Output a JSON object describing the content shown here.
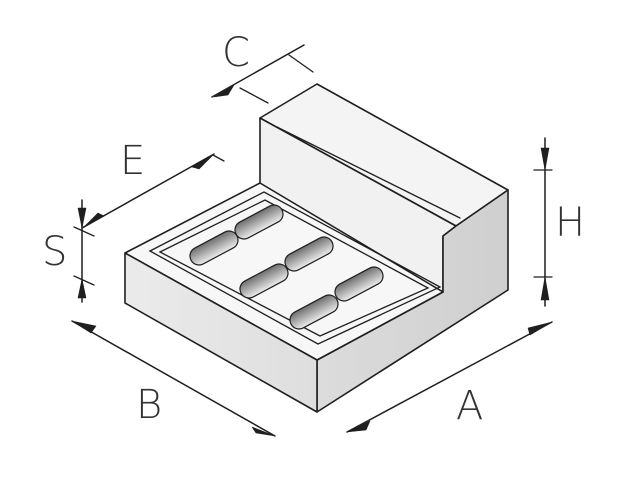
{
  "labels": {
    "A": "A",
    "B": "B",
    "C": "C",
    "E": "E",
    "H": "H",
    "S": "S"
  },
  "colors": {
    "outline": "#1f1f1f",
    "face_top": "#f7f7f7",
    "face_front": "#e6e6e6",
    "face_side": "#d7d7d7",
    "slot": "#9a9a9a",
    "text": "#333333"
  }
}
